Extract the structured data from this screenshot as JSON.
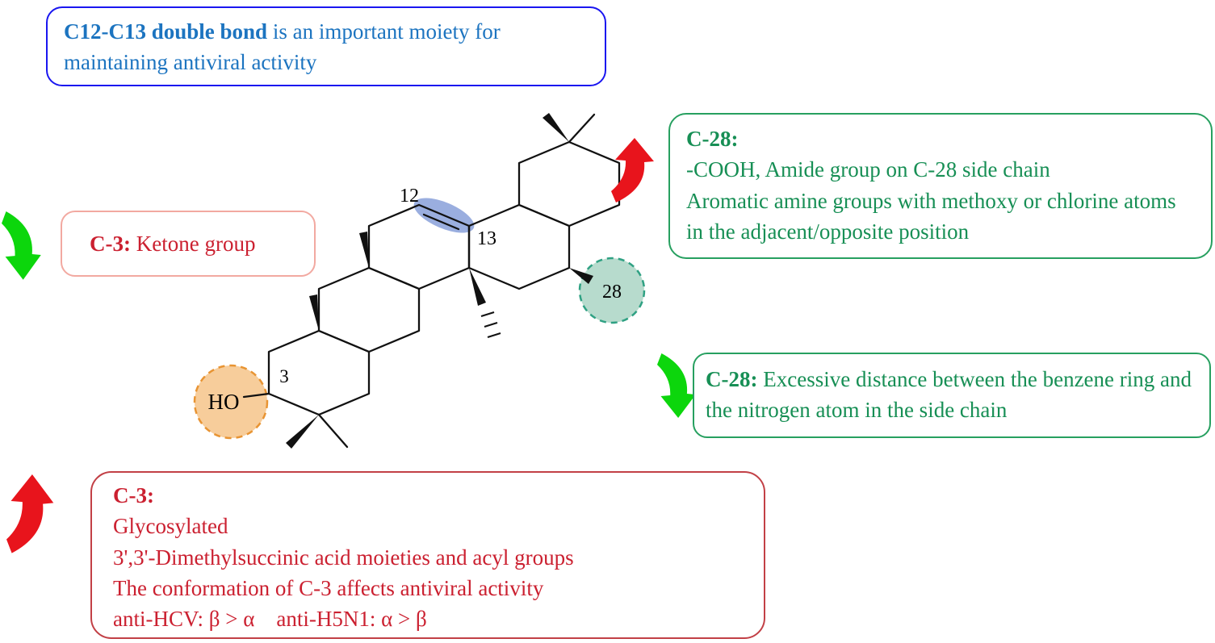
{
  "figure": {
    "boxes": {
      "double_bond": {
        "bold": "C12-C13 double bond",
        "rest": " is an important moiety for maintaining antiviral activity",
        "text_color": "#1c74c0",
        "border_color": "#1a16f0"
      },
      "c3_ketone": {
        "bold": "C-3:",
        "rest": " Ketone group",
        "text_color": "#cb2030",
        "border_color": "#f2a9a1"
      },
      "c28_groups": {
        "bold": "C-28:",
        "lines": [
          "-COOH, Amide group on C-28 side chain",
          "Aromatic amine groups with methoxy or chlorine atoms in the adjacent/opposite position"
        ],
        "text_color": "#178f55",
        "border_color": "#27a060"
      },
      "c28_distance": {
        "bold": "C-28:",
        "rest": " Excessive distance between the benzene ring and the nitrogen atom in the side chain",
        "text_color": "#178f55",
        "border_color": "#27a060"
      },
      "c3_mods": {
        "bold": "C-3:",
        "lines": [
          "Glycosylated",
          "3',3'-Dimethylsuccinic acid moieties and acyl groups",
          "The conformation of C-3 affects antiviral activity",
          "anti-HCV: β > α    anti-H5N1: α > β"
        ],
        "text_color": "#cb2030",
        "border_color": "#c24046"
      }
    },
    "molecule_labels": {
      "hydroxyl": "HO",
      "c3": "3",
      "c12": "12",
      "c13": "13",
      "c28": "28"
    },
    "highlights": {
      "c3_circle_fill": "#f7cd9b",
      "c3_circle_border": "#e89433",
      "c28_circle_fill": "#b7dbcd",
      "c28_circle_border": "#2fa183",
      "double_bond_fill": "#8fa5dc"
    },
    "arrows": [
      {
        "id": "decrease-c3-ketone",
        "direction": "down",
        "color": "#0cd60c"
      },
      {
        "id": "increase-c28-groups",
        "direction": "up",
        "color": "#e8141c"
      },
      {
        "id": "decrease-c28-distance",
        "direction": "down",
        "color": "#0cd60c"
      },
      {
        "id": "increase-c3-mods",
        "direction": "up",
        "color": "#e8141c"
      }
    ]
  }
}
